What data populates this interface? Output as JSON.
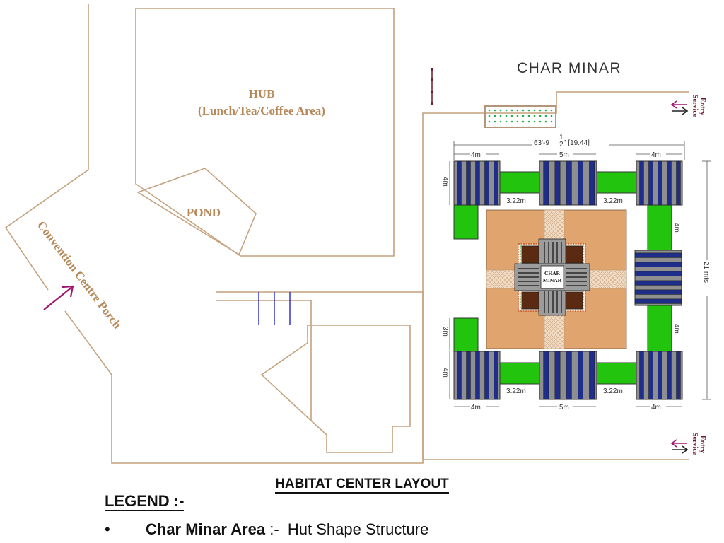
{
  "labels": {
    "hub_line1": "HUB",
    "hub_line2": "(Lunch/Tea/Coffee Area)",
    "pond": "POND",
    "porch": "Convention Centre Porch",
    "char_minar_title": "CHAR  MINAR",
    "service_entry_line1": "Service",
    "service_entry_line2": "Entry",
    "center_line1": "CHAR",
    "center_line2": "MINAR"
  },
  "dimensions": {
    "overall_width": "63'-9",
    "overall_width_frac_num": "1",
    "overall_width_frac_den": "2",
    "overall_width_suffix": "\" [19.44]",
    "overall_height": "21 mts",
    "hut_corner": "4m",
    "hut_middle": "5m",
    "gap": "3.22m",
    "side_4m": "4m",
    "side_3m": "3m"
  },
  "title": "HABITAT CENTER  LAYOUT",
  "legend": {
    "heading": "LEGEND :-",
    "items": [
      {
        "bullet": "•",
        "name": "Char Minar Area",
        "separator": " :-  ",
        "desc": "Hut Shape Structure"
      }
    ]
  },
  "colors": {
    "wall": "#c4a27e",
    "hut_blue": "#1f2e8a",
    "hut_grey": "#8f8f8f",
    "walkway_green": "#22c40e",
    "plaza_tan": "#e0a46e",
    "arrow_magenta": "#a0166e"
  }
}
